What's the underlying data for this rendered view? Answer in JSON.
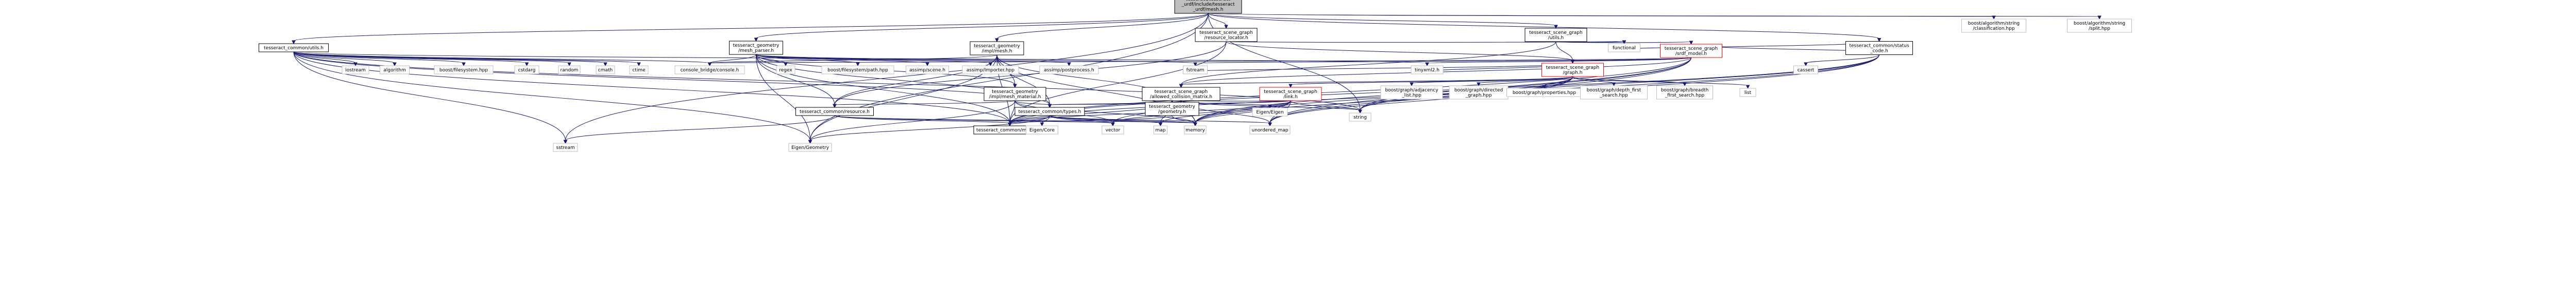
{
  "colors": {
    "edge": "#191970",
    "box_border_default": "#bfbfbf",
    "box_border_linked": "#000000",
    "box_border_highlight": "#ff0000",
    "box_fill_root": "#bfbfbf",
    "box_fill_default": "#ffffff"
  },
  "nodes": [
    {
      "id": "root",
      "lines": [
        "tesseract/tesseract",
        "_urdf/include/tesseract",
        "_urdf/mesh.h"
      ],
      "style": "root"
    },
    {
      "id": "common_utils",
      "lines": [
        "tesseract_common/utils.h"
      ],
      "style": "linked"
    },
    {
      "id": "geometry_mesh_parser",
      "lines": [
        "tesseract_geometry",
        "/mesh_parser.h"
      ],
      "style": "linked"
    },
    {
      "id": "geometry_impl_mesh",
      "lines": [
        "tesseract_geometry",
        "/impl/mesh.h"
      ],
      "style": "linked"
    },
    {
      "id": "scene_graph_resource_locator",
      "lines": [
        "tesseract_scene_graph",
        "/resource_locator.h"
      ],
      "style": "linked"
    },
    {
      "id": "scene_graph_utils",
      "lines": [
        "tesseract_scene_graph",
        "/utils.h"
      ],
      "style": "linked"
    },
    {
      "id": "scene_graph_srdf_model",
      "lines": [
        "tesseract_scene_graph",
        "/srdf_model.h"
      ],
      "style": "highlight"
    },
    {
      "id": "common_status_code",
      "lines": [
        "tesseract_common/status",
        "_code.h"
      ],
      "style": "linked"
    },
    {
      "id": "boost_classification",
      "lines": [
        "boost/algorithm/string",
        "/classification.hpp"
      ],
      "style": "default"
    },
    {
      "id": "boost_split",
      "lines": [
        "boost/algorithm/string",
        "/split.hpp"
      ],
      "style": "default"
    },
    {
      "id": "scene_graph_graph",
      "lines": [
        "tesseract_scene_graph",
        "/graph.h"
      ],
      "style": "highlight"
    },
    {
      "id": "geometry_impl_mesh_material",
      "lines": [
        "tesseract_geometry",
        "/impl/mesh_material.h"
      ],
      "style": "linked"
    },
    {
      "id": "scene_graph_allowed_collision",
      "lines": [
        "tesseract_scene_graph",
        "/allowed_collision_matrix.h"
      ],
      "style": "linked"
    },
    {
      "id": "scene_graph_link",
      "lines": [
        "tesseract_scene_graph",
        "/link.h"
      ],
      "style": "highlight"
    },
    {
      "id": "common_resource",
      "lines": [
        "tesseract_common/resource.h"
      ],
      "style": "linked"
    },
    {
      "id": "common_types",
      "lines": [
        "tesseract_common/types.h"
      ],
      "style": "linked"
    },
    {
      "id": "geometry_geometry",
      "lines": [
        "tesseract_geometry",
        "/geometry.h"
      ],
      "style": "linked"
    },
    {
      "id": "common_macros",
      "lines": [
        "tesseract_common/macros.h"
      ],
      "style": "linked"
    },
    {
      "id": "sstream",
      "lines": [
        "sstream"
      ],
      "style": "default"
    },
    {
      "id": "eigen_geometry",
      "lines": [
        "Eigen/Geometry"
      ],
      "style": "default"
    },
    {
      "id": "vector",
      "lines": [
        "vector"
      ],
      "style": "default"
    },
    {
      "id": "map",
      "lines": [
        "map"
      ],
      "style": "default"
    },
    {
      "id": "memory",
      "lines": [
        "memory"
      ],
      "style": "default"
    },
    {
      "id": "unordered_map",
      "lines": [
        "unordered_map"
      ],
      "style": "default"
    },
    {
      "id": "eigen_core",
      "lines": [
        "Eigen/Core"
      ],
      "style": "default"
    },
    {
      "id": "eigen_eigen",
      "lines": [
        "Eigen/Eigen"
      ],
      "style": "default"
    },
    {
      "id": "string",
      "lines": [
        "string"
      ],
      "style": "default"
    },
    {
      "id": "iostream",
      "lines": [
        "iostream"
      ],
      "style": "default"
    },
    {
      "id": "algorithm",
      "lines": [
        "algorithm"
      ],
      "style": "default"
    },
    {
      "id": "boost_filesystem",
      "lines": [
        "boost/filesystem.hpp"
      ],
      "style": "default"
    },
    {
      "id": "cstdarg",
      "lines": [
        "cstdarg"
      ],
      "style": "default"
    },
    {
      "id": "random",
      "lines": [
        "random"
      ],
      "style": "default"
    },
    {
      "id": "cmath",
      "lines": [
        "cmath"
      ],
      "style": "default"
    },
    {
      "id": "ctime",
      "lines": [
        "ctime"
      ],
      "style": "default"
    },
    {
      "id": "console_bridge",
      "lines": [
        "console_bridge/console.h"
      ],
      "style": "default"
    },
    {
      "id": "regex",
      "lines": [
        "regex"
      ],
      "style": "default"
    },
    {
      "id": "boost_filesystem_path",
      "lines": [
        "boost/filesystem/path.hpp"
      ],
      "style": "default"
    },
    {
      "id": "assimp_scene",
      "lines": [
        "assimp/scene.h"
      ],
      "style": "default"
    },
    {
      "id": "assimp_importer",
      "lines": [
        "assimp/Importer.hpp"
      ],
      "style": "default"
    },
    {
      "id": "assimp_postprocess",
      "lines": [
        "assimp/postprocess.h"
      ],
      "style": "default"
    },
    {
      "id": "fstream",
      "lines": [
        "fstream"
      ],
      "style": "default"
    },
    {
      "id": "tinyxml2",
      "lines": [
        "tinyxml2.h"
      ],
      "style": "default"
    },
    {
      "id": "functional",
      "lines": [
        "functional"
      ],
      "style": "default"
    },
    {
      "id": "cassert",
      "lines": [
        "cassert"
      ],
      "style": "default"
    },
    {
      "id": "boost_adjacency_list",
      "lines": [
        "boost/graph/adjacency",
        "_list.hpp"
      ],
      "style": "default"
    },
    {
      "id": "boost_directed_graph",
      "lines": [
        "boost/graph/directed",
        "_graph.hpp"
      ],
      "style": "default"
    },
    {
      "id": "boost_properties",
      "lines": [
        "boost/graph/properties.hpp"
      ],
      "style": "default"
    },
    {
      "id": "boost_depth_first",
      "lines": [
        "boost/graph/depth_first",
        "_search.hpp"
      ],
      "style": "default"
    },
    {
      "id": "boost_breadth_first",
      "lines": [
        "boost/graph/breadth",
        "_first_search.hpp"
      ],
      "style": "default"
    },
    {
      "id": "list",
      "lines": [
        "list"
      ],
      "style": "default"
    }
  ],
  "edges": [
    [
      "root",
      "common_utils"
    ],
    [
      "root",
      "geometry_mesh_parser"
    ],
    [
      "root",
      "geometry_impl_mesh"
    ],
    [
      "root",
      "scene_graph_resource_locator"
    ],
    [
      "root",
      "scene_graph_utils"
    ],
    [
      "root",
      "common_status_code"
    ],
    [
      "root",
      "boost_classification"
    ],
    [
      "root",
      "boost_split"
    ],
    [
      "root",
      "string"
    ],
    [
      "root",
      "sstream"
    ],
    [
      "root",
      "eigen_geometry"
    ],
    [
      "common_utils",
      "iostream"
    ],
    [
      "common_utils",
      "algorithm"
    ],
    [
      "common_utils",
      "boost_filesystem"
    ],
    [
      "common_utils",
      "cstdarg"
    ],
    [
      "common_utils",
      "random"
    ],
    [
      "common_utils",
      "cmath"
    ],
    [
      "common_utils",
      "ctime"
    ],
    [
      "common_utils",
      "console_bridge"
    ],
    [
      "common_utils",
      "eigen_geometry"
    ],
    [
      "common_utils",
      "common_types"
    ],
    [
      "common_utils",
      "common_macros"
    ],
    [
      "common_utils",
      "sstream"
    ],
    [
      "common_utils",
      "tinyxml2"
    ],
    [
      "common_utils",
      "string"
    ],
    [
      "geometry_mesh_parser",
      "console_bridge"
    ],
    [
      "geometry_mesh_parser",
      "regex"
    ],
    [
      "geometry_mesh_parser",
      "boost_filesystem_path"
    ],
    [
      "geometry_mesh_parser",
      "assimp_scene"
    ],
    [
      "geometry_mesh_parser",
      "assimp_importer"
    ],
    [
      "geometry_mesh_parser",
      "assimp_postprocess"
    ],
    [
      "geometry_mesh_parser",
      "fstream"
    ],
    [
      "geometry_mesh_parser",
      "geometry_impl_mesh_material"
    ],
    [
      "geometry_mesh_parser",
      "common_resource"
    ],
    [
      "geometry_mesh_parser",
      "common_types"
    ],
    [
      "geometry_mesh_parser",
      "common_macros"
    ],
    [
      "geometry_mesh_parser",
      "eigen_geometry"
    ],
    [
      "geometry_impl_mesh",
      "geometry_impl_mesh_material"
    ],
    [
      "geometry_impl_mesh",
      "geometry_geometry"
    ],
    [
      "geometry_impl_mesh",
      "common_resource"
    ],
    [
      "geometry_impl_mesh",
      "common_types"
    ],
    [
      "geometry_impl_mesh",
      "common_macros"
    ],
    [
      "geometry_impl_mesh",
      "eigen_geometry"
    ],
    [
      "geometry_impl_mesh",
      "memory"
    ],
    [
      "geometry_impl_mesh",
      "console_bridge"
    ],
    [
      "geometry_impl_mesh_material",
      "common_resource"
    ],
    [
      "geometry_impl_mesh_material",
      "common_types"
    ],
    [
      "geometry_impl_mesh_material",
      "common_macros"
    ],
    [
      "geometry_impl_mesh_material",
      "eigen_geometry"
    ],
    [
      "geometry_impl_mesh_material",
      "memory"
    ],
    [
      "geometry_impl_mesh_material",
      "vector"
    ],
    [
      "scene_graph_resource_locator",
      "common_resource"
    ],
    [
      "scene_graph_resource_locator",
      "scene_graph_graph"
    ],
    [
      "scene_graph_resource_locator",
      "functional"
    ],
    [
      "scene_graph_resource_locator",
      "common_macros"
    ],
    [
      "scene_graph_utils",
      "scene_graph_graph"
    ],
    [
      "scene_graph_utils",
      "scene_graph_srdf_model"
    ],
    [
      "scene_graph_utils",
      "scene_graph_allowed_collision"
    ],
    [
      "scene_graph_utils",
      "functional"
    ],
    [
      "scene_graph_srdf_model",
      "scene_graph_graph"
    ],
    [
      "scene_graph_srdf_model",
      "scene_graph_allowed_collision"
    ],
    [
      "scene_graph_srdf_model",
      "console_bridge"
    ],
    [
      "scene_graph_srdf_model",
      "tinyxml2"
    ],
    [
      "scene_graph_srdf_model",
      "string"
    ],
    [
      "scene_graph_srdf_model",
      "unordered_map"
    ],
    [
      "scene_graph_srdf_model",
      "memory"
    ],
    [
      "scene_graph_srdf_model",
      "common_macros"
    ],
    [
      "scene_graph_srdf_model",
      "common_status_code"
    ],
    [
      "scene_graph_srdf_model",
      "fstream"
    ],
    [
      "scene_graph_graph",
      "scene_graph_link"
    ],
    [
      "scene_graph_graph",
      "scene_graph_allowed_collision"
    ],
    [
      "scene_graph_graph",
      "boost_adjacency_list"
    ],
    [
      "scene_graph_graph",
      "boost_directed_graph"
    ],
    [
      "scene_graph_graph",
      "boost_properties"
    ],
    [
      "scene_graph_graph",
      "boost_depth_first"
    ],
    [
      "scene_graph_graph",
      "boost_breadth_first"
    ],
    [
      "scene_graph_graph",
      "list"
    ],
    [
      "scene_graph_graph",
      "fstream"
    ],
    [
      "scene_graph_graph",
      "string"
    ],
    [
      "scene_graph_graph",
      "common_macros"
    ],
    [
      "scene_graph_graph",
      "unordered_map"
    ],
    [
      "scene_graph_graph",
      "memory"
    ],
    [
      "scene_graph_graph",
      "tinyxml2"
    ],
    [
      "scene_graph_link",
      "geometry_geometry"
    ],
    [
      "scene_graph_link",
      "common_types"
    ],
    [
      "scene_graph_link",
      "eigen_eigen"
    ],
    [
      "scene_graph_link",
      "string"
    ],
    [
      "scene_graph_link",
      "vector"
    ],
    [
      "scene_graph_link",
      "map"
    ],
    [
      "scene_graph_link",
      "memory"
    ],
    [
      "scene_graph_link",
      "unordered_map"
    ],
    [
      "scene_graph_link",
      "common_macros"
    ],
    [
      "scene_graph_allowed_collision",
      "common_types"
    ],
    [
      "scene_graph_allowed_collision",
      "common_macros"
    ],
    [
      "scene_graph_allowed_collision",
      "vector"
    ],
    [
      "scene_graph_allowed_collision",
      "memory"
    ],
    [
      "scene_graph_allowed_collision",
      "unordered_map"
    ],
    [
      "scene_graph_allowed_collision",
      "map"
    ],
    [
      "scene_graph_allowed_collision",
      "string"
    ],
    [
      "scene_graph_allowed_collision",
      "eigen_eigen"
    ],
    [
      "common_status_code",
      "functional"
    ],
    [
      "common_status_code",
      "cassert"
    ],
    [
      "common_status_code",
      "string"
    ],
    [
      "common_status_code",
      "unordered_map"
    ],
    [
      "common_status_code",
      "memory"
    ],
    [
      "common_status_code",
      "common_macros"
    ],
    [
      "common_resource",
      "common_macros"
    ],
    [
      "common_resource",
      "vector"
    ],
    [
      "common_resource",
      "memory"
    ],
    [
      "common_resource",
      "sstream"
    ],
    [
      "common_types",
      "common_macros"
    ],
    [
      "common_types",
      "vector"
    ],
    [
      "common_types",
      "map"
    ],
    [
      "common_types",
      "memory"
    ],
    [
      "common_types",
      "unordered_map"
    ],
    [
      "common_types",
      "eigen_core"
    ],
    [
      "common_types",
      "eigen_geometry"
    ],
    [
      "geometry_geometry",
      "memory"
    ],
    [
      "geometry_geometry",
      "common_macros"
    ]
  ]
}
